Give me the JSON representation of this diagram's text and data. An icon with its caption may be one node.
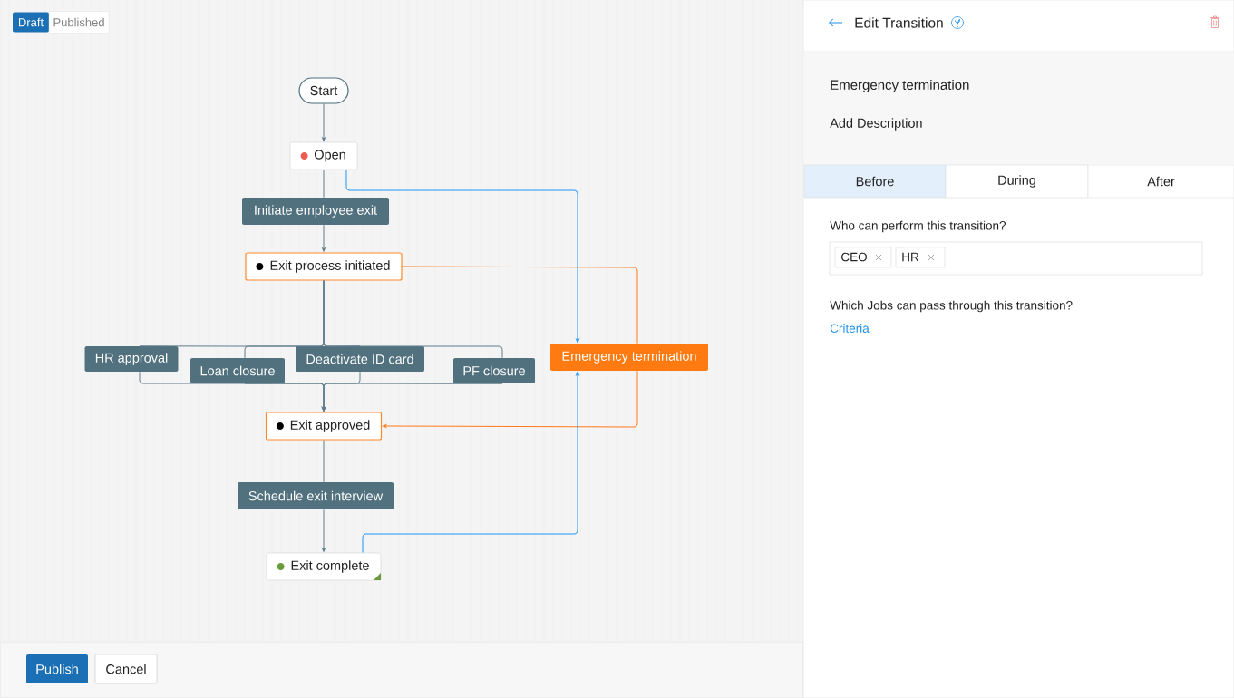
{
  "diagram": {
    "nodes": [
      {
        "text": [
          "Start"
        ]
      },
      {
        "text": [
          "Open"
        ]
      },
      {
        "text": [
          "Initiate employee exit"
        ]
      },
      {
        "text": [
          "Exit process initiated"
        ]
      },
      {
        "text": [
          "HR approval"
        ]
      },
      {
        "text": [
          "Loan closure"
        ]
      },
      {
        "text": [
          "Deactivate ID card"
        ]
      },
      {
        "text": [
          "PF closure"
        ]
      },
      {
        "text": [
          "Emergency termination"
        ]
      },
      {
        "text": [
          "Exit approved"
        ]
      },
      {
        "text": [
          "Schedule exit interview"
        ]
      },
      {
        "text": [
          "Exit complete"
        ]
      }
    ],
    "edges": [
      {
        "from": 0,
        "to": 1,
        "arrow": "to"
      },
      {
        "from": 1,
        "to": 2,
        "arrow": "none"
      },
      {
        "from": 2,
        "to": 3,
        "arrow": "to"
      },
      {
        "from": 3,
        "to": 4,
        "arrow": "none"
      },
      {
        "from": 3,
        "to": 5,
        "arrow": "none"
      },
      {
        "from": 3,
        "to": 6,
        "arrow": "none"
      },
      {
        "from": 3,
        "to": 7,
        "arrow": "none"
      },
      {
        "from": 4,
        "to": 9,
        "arrow": "to"
      },
      {
        "from": 5,
        "to": 9,
        "arrow": "to"
      },
      {
        "from": 6,
        "to": 9,
        "arrow": "to"
      },
      {
        "from": 7,
        "to": 9,
        "arrow": "to"
      },
      {
        "from": 9,
        "to": 10,
        "arrow": "none"
      },
      {
        "from": 10,
        "to": 11,
        "arrow": "to"
      },
      {
        "from": 1,
        "to": 8,
        "arrow": "to",
        "color": "#2196f3"
      },
      {
        "from": 3,
        "to": 8,
        "arrow": "none",
        "color": "#ff7a1a"
      },
      {
        "from": 8,
        "to": 9,
        "arrow": "to",
        "color": "#ff7a1a"
      },
      {
        "from": 11,
        "to": 8,
        "arrow": "to",
        "color": "#2196f3"
      }
    ],
    "labels": [
      "Draft",
      "Published",
      "Edit Transition",
      "Emergency termination",
      "Add Description",
      "Before",
      "During",
      "After",
      "Who can perform this transition?",
      "CEO",
      "HR",
      "Which Jobs can pass through this transition?",
      "Criteria",
      "Publish",
      "Cancel"
    ]
  }
}
